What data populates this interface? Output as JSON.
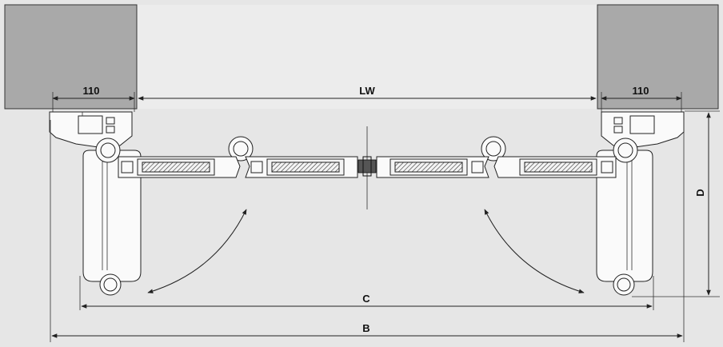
{
  "diagram": {
    "labels": {
      "left_wall_width": "110",
      "right_wall_width": "110",
      "clear_width": "LW",
      "depth": "D",
      "swing_width": "C",
      "overall_width": "B"
    },
    "colors": {
      "background": "#e7e7e7",
      "wall": "#a9a9a9",
      "opening": "#e9e9e9",
      "line": "#222222"
    }
  }
}
